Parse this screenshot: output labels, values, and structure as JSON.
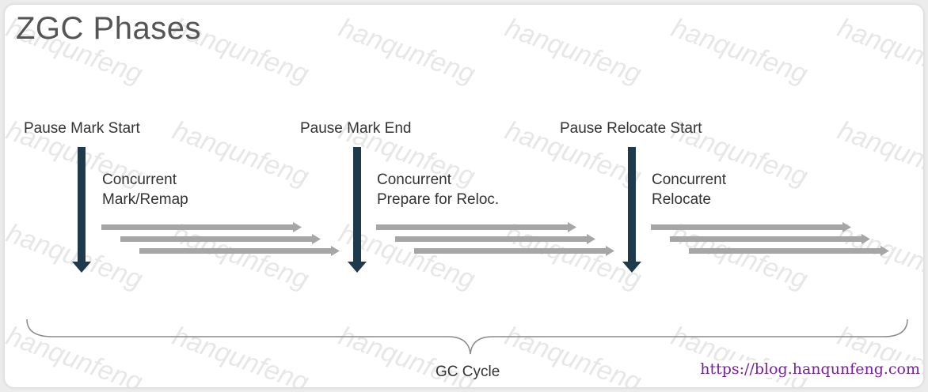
{
  "title": "ZGC Phases",
  "pauses": [
    {
      "label": "Pause Mark Start"
    },
    {
      "label": "Pause Mark End"
    },
    {
      "label": "Pause Relocate Start"
    }
  ],
  "concurrent": [
    {
      "line1": "Concurrent",
      "line2": "Mark/Remap"
    },
    {
      "line1": "Concurrent",
      "line2": "Prepare for Reloc."
    },
    {
      "line1": "Concurrent",
      "line2": "Relocate"
    }
  ],
  "cycle_label": "GC Cycle",
  "watermark_text": "hanqunfeng",
  "url_text": "https://blog.hanqunfeng.com",
  "colors": {
    "pause_arrow": "#1e3a4c",
    "concurrent_arrow": "#a6a6a6",
    "url": "#7a1fa2"
  }
}
